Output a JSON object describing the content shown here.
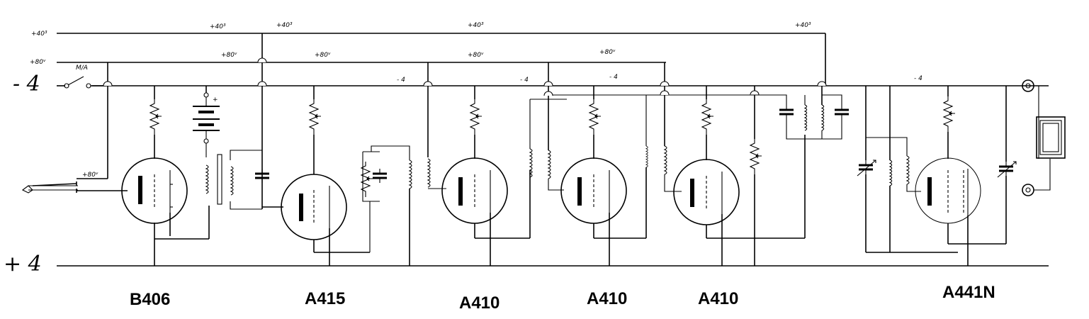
{
  "rails": {
    "minus4": "- 4",
    "plus4": "+ 4",
    "b_plus_40": "+40³",
    "b_plus_80": "+80ᵛ",
    "minus4_small": "- 4",
    "switch": "M/A",
    "input_80": "+80ᵛ"
  },
  "tubes": [
    "B406",
    "A415",
    "A410",
    "A410",
    "A410",
    "A441N"
  ]
}
